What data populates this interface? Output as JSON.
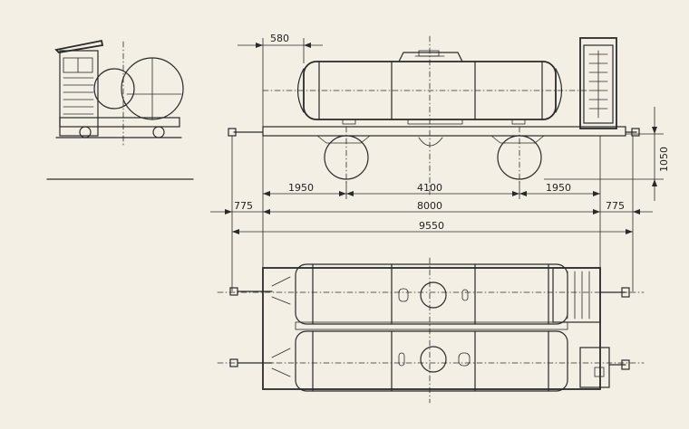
{
  "dimensions": {
    "d580": "580",
    "d1950_left": "1950",
    "d4100": "4100",
    "d1950_right": "1950",
    "d775_left": "775",
    "d8000": "8000",
    "d775_right": "775",
    "d9550": "9550",
    "d1050": "1050"
  },
  "colors": {
    "paper": "#f4efe4",
    "ink": "#2a2a2a"
  }
}
